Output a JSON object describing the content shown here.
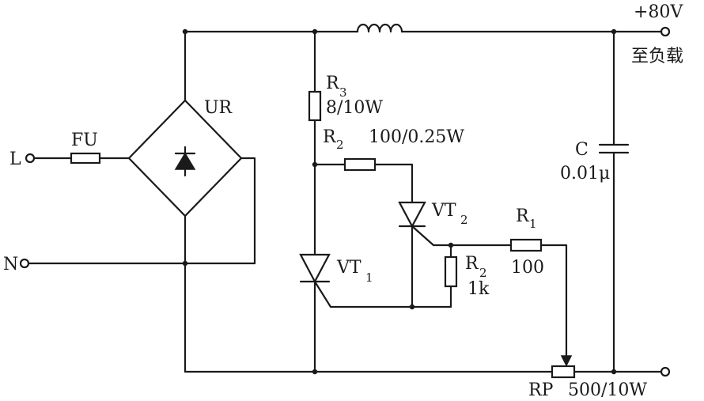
{
  "terminals": {
    "L": "L",
    "N": "N",
    "out_voltage": "+80V",
    "load": "至负载"
  },
  "components": {
    "fuse": "FU",
    "bridge": "UR",
    "r3_name": "R",
    "r3_sub": "3",
    "r3_value": "8/10W",
    "r2a_name": "R",
    "r2a_sub": "2",
    "r2a_value": "100/0.25W",
    "vt2_name": "VT",
    "vt2_sub": "2",
    "vt1_name": "VT",
    "vt1_sub": "1",
    "r1_name": "R",
    "r1_sub": "1",
    "r1_value": "100",
    "r2b_name": "R",
    "r2b_sub": "2",
    "r2b_value": "1k",
    "cap_name": "C",
    "cap_value": "0.01μ",
    "rp_name": "RP",
    "rp_value": "500/10W"
  }
}
